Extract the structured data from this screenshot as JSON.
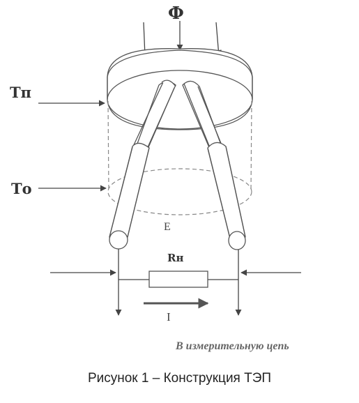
{
  "labels": {
    "flux": "Ф",
    "hot_temp": "Тп",
    "cold_temp": "То",
    "emf": "E",
    "load_resistor": "Rн",
    "current": "I",
    "output_note": "В измерительную цепь"
  },
  "caption": "Рисунок 1 – Конструкция ТЭП",
  "colors": {
    "line": "#555555",
    "dashed": "#777777"
  }
}
